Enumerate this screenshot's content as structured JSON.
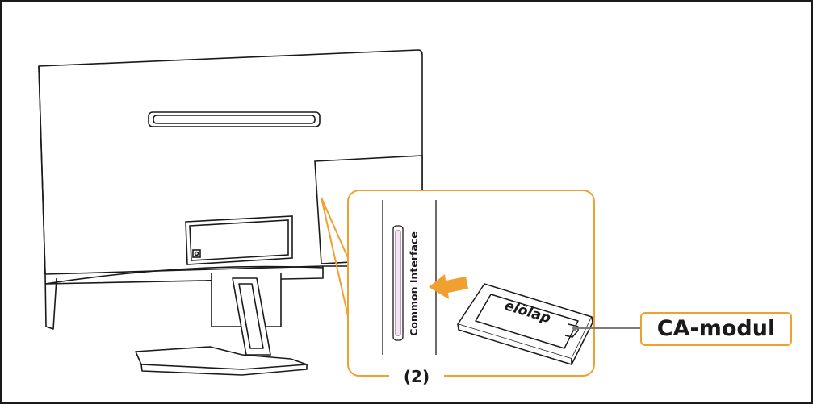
{
  "colors": {
    "accent": "#f0a030",
    "line": "#1a1a1a",
    "slot_fill": "#f3e6f2",
    "background": "#ffffff"
  },
  "diagram": {
    "slot_label": "Common Interface",
    "card_brand": "elölap",
    "module_label": "CA-modul",
    "step_number": "(2)"
  },
  "icons": {
    "insert_arrow": "arrow-left-icon",
    "dc_port": "power-port-icon"
  }
}
